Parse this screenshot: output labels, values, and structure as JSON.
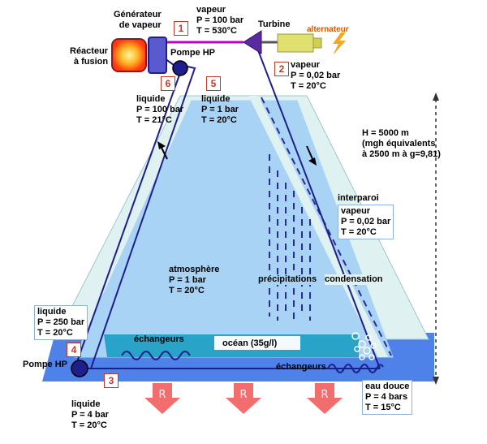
{
  "labels": {
    "generateur": [
      "Générateur",
      "de vapeur"
    ],
    "reacteur": [
      "Réacteur",
      "à fusion"
    ],
    "turbine": "Turbine",
    "alternateur": "alternateur",
    "pompe_hp_top": "Pompe HP",
    "pompe_hp_bottom": "Pompe HP",
    "vapeur1": [
      "vapeur",
      "P = 100 bar",
      "T = 530°C"
    ],
    "vapeur2": [
      "vapeur",
      "P = 0,02 bar",
      "T = 20°C"
    ],
    "liquide6": [
      "liquide",
      "P = 100 bar",
      "T = 21°C"
    ],
    "liquide5": [
      "liquide",
      "P = 1 bar",
      "T = 20°C"
    ],
    "height": [
      "H = 5000 m",
      "(mgh équivalents",
      "à 2500 m à g=9,81)"
    ],
    "interparoi": [
      "interparoi",
      "vapeur",
      "P = 0,02 bar",
      "T = 20°C"
    ],
    "atmosphere": [
      "atmosphère",
      "P = 1 bar",
      "T = 20°C"
    ],
    "precipitations": "précipitations",
    "condensation": "condensation",
    "liquide4": [
      "liquide",
      "P = 250 bar",
      "T = 20°C"
    ],
    "echangeurs_left": "échangeurs",
    "ocean": "océan (35g/l)",
    "echangeurs_right": "échangeurs",
    "eau_douce": [
      "eau douce",
      "P = 4 bars",
      "T = 15°C"
    ],
    "liquide3": [
      "liquide",
      "P = 4 bar",
      "T = 20°C"
    ]
  },
  "numbers": {
    "n1": "1",
    "n2": "2",
    "n3": "3",
    "n4": "4",
    "n5": "5",
    "n6": "6"
  },
  "colors": {
    "outer_cone": "#dff1f1",
    "inner_cone": "#a8d3f5",
    "ocean": "#29a3c8",
    "water_band": "#4f82e8",
    "pipe": "#1e1e8c",
    "steam_pipe": "#c000c0",
    "turbine": "#5a2ba0",
    "alternator": "#e0e070",
    "reactor": "#ff5a1e",
    "arrow": "#f26d6d"
  }
}
